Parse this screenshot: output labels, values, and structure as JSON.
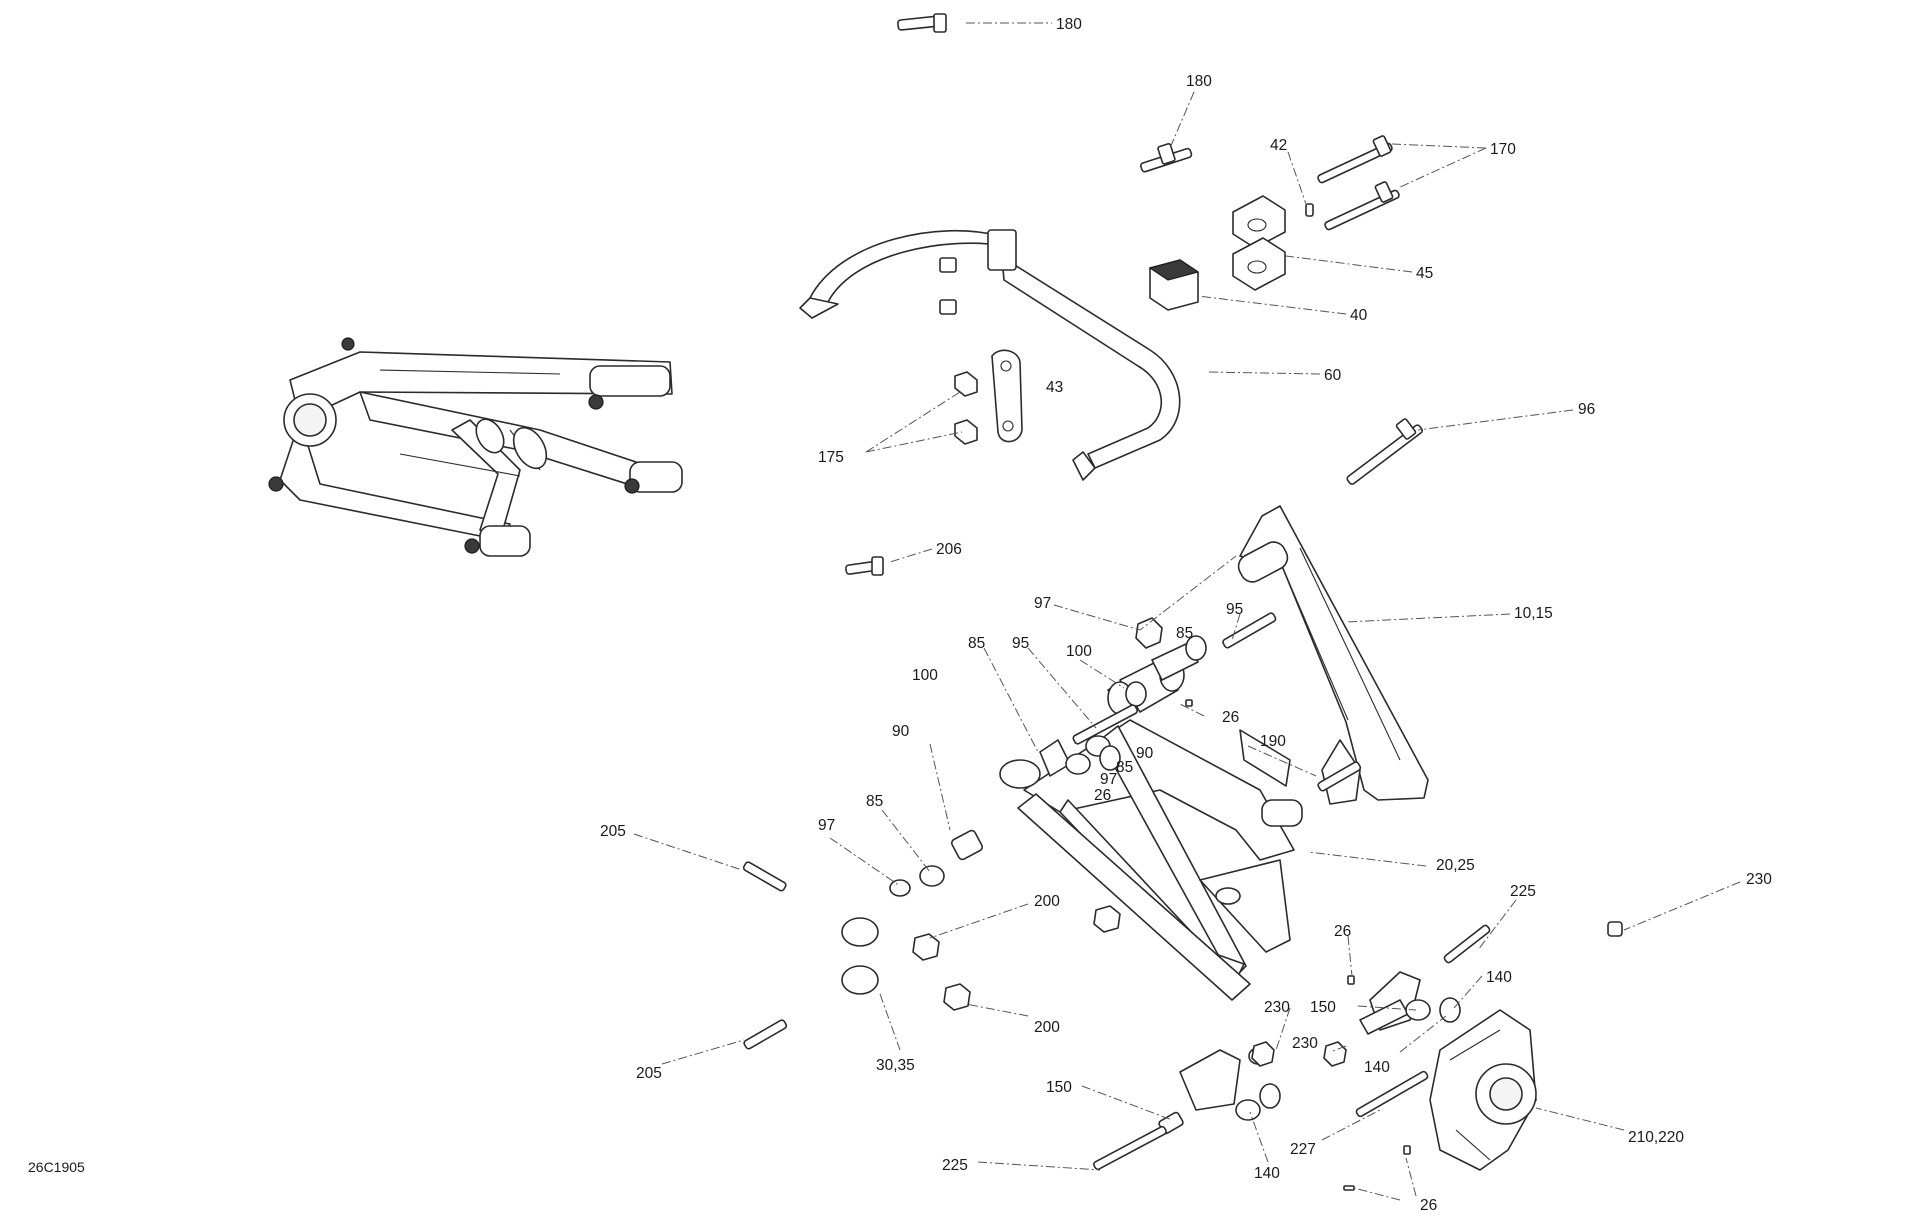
{
  "drawing_reference": "26C1905",
  "callouts": [
    {
      "id": "c-180-top",
      "label": "180"
    },
    {
      "id": "c-180",
      "label": "180"
    },
    {
      "id": "c-42",
      "label": "42"
    },
    {
      "id": "c-170",
      "label": "170"
    },
    {
      "id": "c-45",
      "label": "45"
    },
    {
      "id": "c-40",
      "label": "40"
    },
    {
      "id": "c-43",
      "label": "43"
    },
    {
      "id": "c-60",
      "label": "60"
    },
    {
      "id": "c-175",
      "label": "175"
    },
    {
      "id": "c-96",
      "label": "96"
    },
    {
      "id": "c-206",
      "label": "206"
    },
    {
      "id": "c-97-top",
      "label": "97"
    },
    {
      "id": "c-95-right",
      "label": "95"
    },
    {
      "id": "c-1015",
      "label": "10,15"
    },
    {
      "id": "c-85-a",
      "label": "85"
    },
    {
      "id": "c-95-a",
      "label": "95"
    },
    {
      "id": "c-100-a",
      "label": "100"
    },
    {
      "id": "c-85-b",
      "label": "85"
    },
    {
      "id": "c-26-a",
      "label": "26"
    },
    {
      "id": "c-100-b",
      "label": "100"
    },
    {
      "id": "c-90-a",
      "label": "90"
    },
    {
      "id": "c-90-b",
      "label": "90"
    },
    {
      "id": "c-85-c",
      "label": "85"
    },
    {
      "id": "c-97-b",
      "label": "97"
    },
    {
      "id": "c-26-b",
      "label": "26"
    },
    {
      "id": "c-190",
      "label": "190"
    },
    {
      "id": "c-2025",
      "label": "20,25"
    },
    {
      "id": "c-205-a",
      "label": "205"
    },
    {
      "id": "c-97-c",
      "label": "97"
    },
    {
      "id": "c-85-d",
      "label": "85"
    },
    {
      "id": "c-200-a",
      "label": "200"
    },
    {
      "id": "c-225-a",
      "label": "225"
    },
    {
      "id": "c-230-a",
      "label": "230"
    },
    {
      "id": "c-26-c",
      "label": "26"
    },
    {
      "id": "c-140-a",
      "label": "140"
    },
    {
      "id": "c-150-a",
      "label": "150"
    },
    {
      "id": "c-230-b",
      "label": "230"
    },
    {
      "id": "c-230-c",
      "label": "230"
    },
    {
      "id": "c-140-b",
      "label": "140"
    },
    {
      "id": "c-200-b",
      "label": "200"
    },
    {
      "id": "c-3035",
      "label": "30,35"
    },
    {
      "id": "c-205-b",
      "label": "205"
    },
    {
      "id": "c-150-b",
      "label": "150"
    },
    {
      "id": "c-227",
      "label": "227"
    },
    {
      "id": "c-210220",
      "label": "210,220"
    },
    {
      "id": "c-225-b",
      "label": "225"
    },
    {
      "id": "c-140-c",
      "label": "140"
    },
    {
      "id": "c-26-d",
      "label": "26"
    }
  ]
}
